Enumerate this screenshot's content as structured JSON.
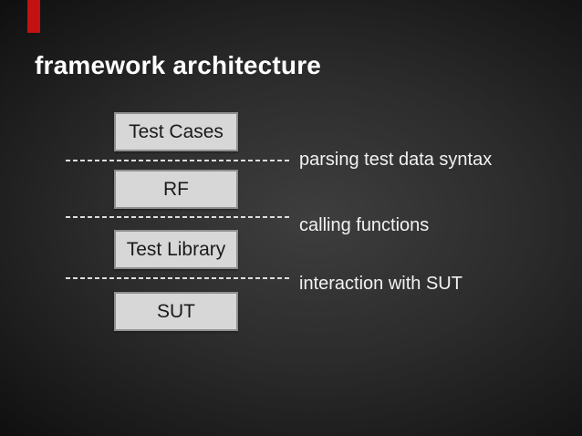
{
  "slide": {
    "title": "framework architecture",
    "accent_bar_color": "#c41111",
    "background_center_color": "#3e3e3e",
    "background_edge_color": "#000000",
    "title_color": "#ffffff"
  },
  "diagram": {
    "boxes": [
      {
        "label": "Test Cases"
      },
      {
        "label": "RF"
      },
      {
        "label": "Test Library"
      },
      {
        "label": "SUT"
      }
    ],
    "connectors": [
      {
        "label": "parsing test data syntax"
      },
      {
        "label": "calling functions"
      },
      {
        "label": "interaction with SUT"
      }
    ],
    "box_fill_color": "#d7d7d7",
    "box_border_color": "#8f8f8f",
    "box_text_color": "#1a1a1a",
    "dash_line_color": "#dcdcdc",
    "connector_label_color": "#f2f2f2"
  }
}
